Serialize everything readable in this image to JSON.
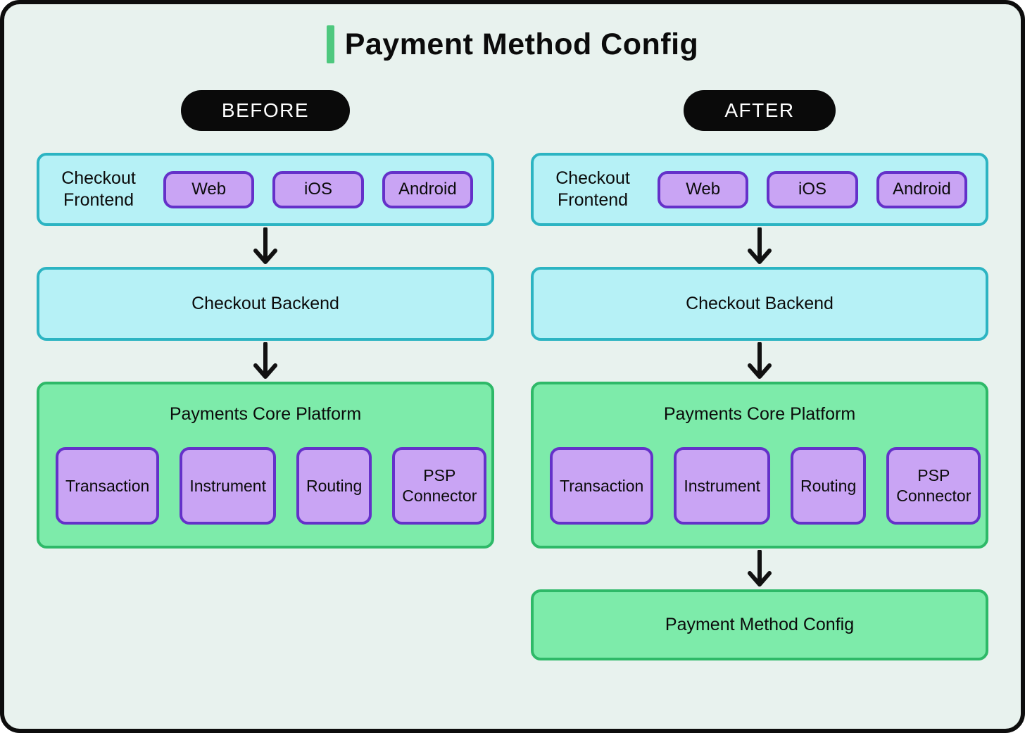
{
  "title": {
    "text": "Payment Method Config",
    "accent_color": "#4ec87e"
  },
  "colors": {
    "canvas_background": "#e8f2ee",
    "frame_border": "#0d0d0d",
    "cyan_fill": "#b6f1f6",
    "cyan_border": "#2cb4c2",
    "green_fill": "#7debaa",
    "green_border": "#2eb968",
    "purple_fill": "#c9a4f4",
    "purple_border": "#6431c9",
    "badge_background": "#0a0a0a",
    "badge_text": "#ffffff"
  },
  "columns": [
    {
      "badge_label": "BEFORE",
      "frontend": {
        "label": "Checkout Frontend",
        "platforms": [
          "Web",
          "iOS",
          "Android"
        ]
      },
      "backend_label": "Checkout Backend",
      "core_platform": {
        "title": "Payments Core Platform",
        "services": [
          "Transaction",
          "Instrument",
          "Routing",
          "PSP Connector"
        ]
      }
    },
    {
      "badge_label": "AFTER",
      "frontend": {
        "label": "Checkout Frontend",
        "platforms": [
          "Web",
          "iOS",
          "Android"
        ]
      },
      "backend_label": "Checkout Backend",
      "core_platform": {
        "title": "Payments Core Platform",
        "services": [
          "Transaction",
          "Instrument",
          "Routing",
          "PSP Connector"
        ]
      },
      "config_label": "Payment Method Config"
    }
  ]
}
